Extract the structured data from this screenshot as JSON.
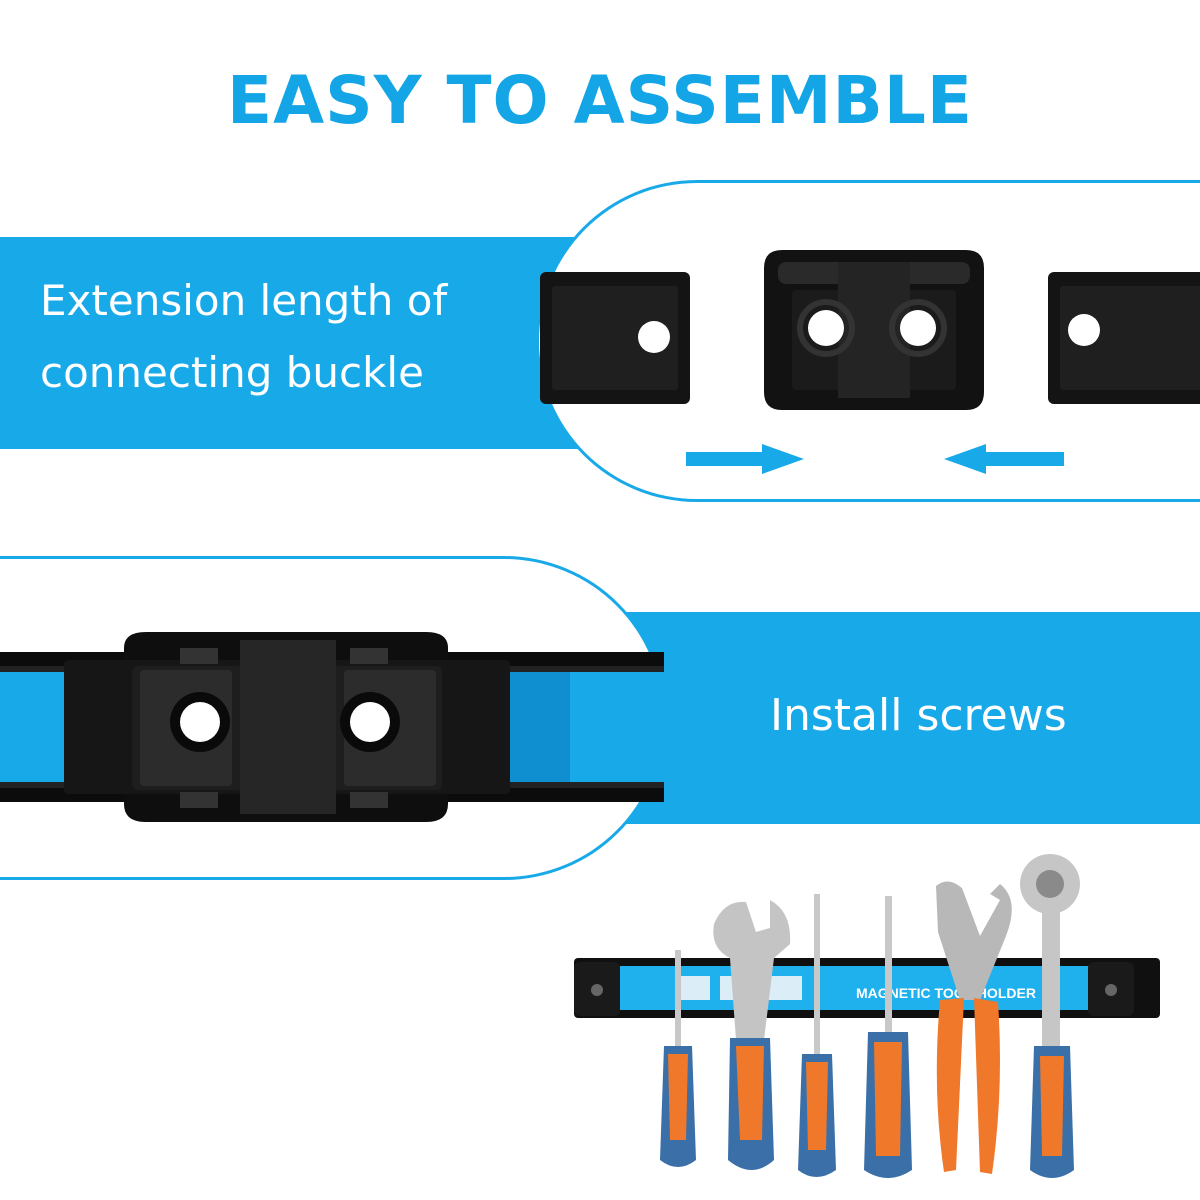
{
  "headline": "EASY TO ASSEMBLE",
  "step1": {
    "line1": "Extension length of",
    "line2": "connecting buckle"
  },
  "step2": {
    "caption": "Install screws"
  },
  "product": {
    "bar_label": "MAGNETIC TOOL HOLDER"
  },
  "colors": {
    "accent": "#18a9e9",
    "headline": "#14a5e6",
    "hardware": "#141414",
    "handle_orange": "#f0782a",
    "handle_blue": "#3a6fa8"
  },
  "icons": [
    "arrow-right-icon",
    "arrow-left-icon"
  ]
}
